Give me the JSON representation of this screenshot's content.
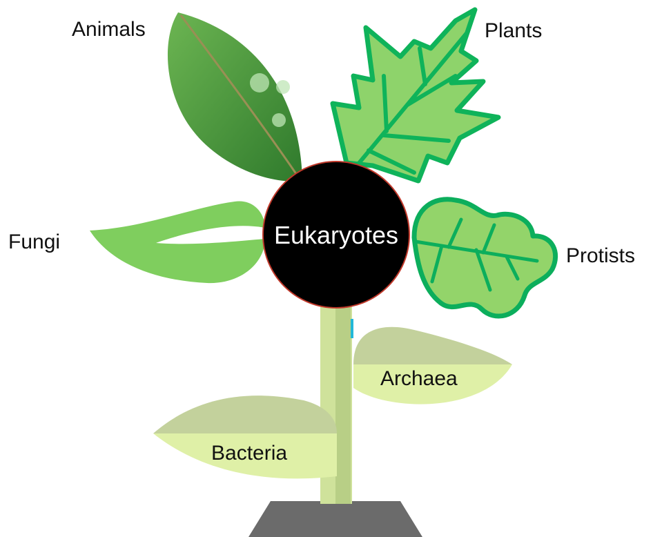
{
  "diagram": {
    "center_label": "Eukaryotes",
    "branches": [
      {
        "key": "animals",
        "label": "Animals"
      },
      {
        "key": "plants",
        "label": "Plants"
      },
      {
        "key": "fungi",
        "label": "Fungi"
      },
      {
        "key": "protists",
        "label": "Protists"
      },
      {
        "key": "archaea",
        "label": "Archaea"
      },
      {
        "key": "bacteria",
        "label": "Bacteria"
      }
    ]
  },
  "colors": {
    "stem_light": "#cfe29b",
    "stem_dark": "#b8cf86",
    "pot": "#6b6b6b",
    "center_fill": "#000000",
    "center_stroke": "#c0392b",
    "animals_leaf": "#4f9a3e",
    "plants_fill": "#8ed36b",
    "plants_stroke": "#0fb35a",
    "protists_fill": "#93d46a",
    "protists_stroke": "#0cae5c",
    "fungi_leaf": "#7fce5e",
    "archaea_top": "#c3d19c",
    "archaea_bottom": "#dff0a7",
    "bacteria_top": "#c3d19c",
    "bacteria_bottom": "#dff0a7"
  }
}
